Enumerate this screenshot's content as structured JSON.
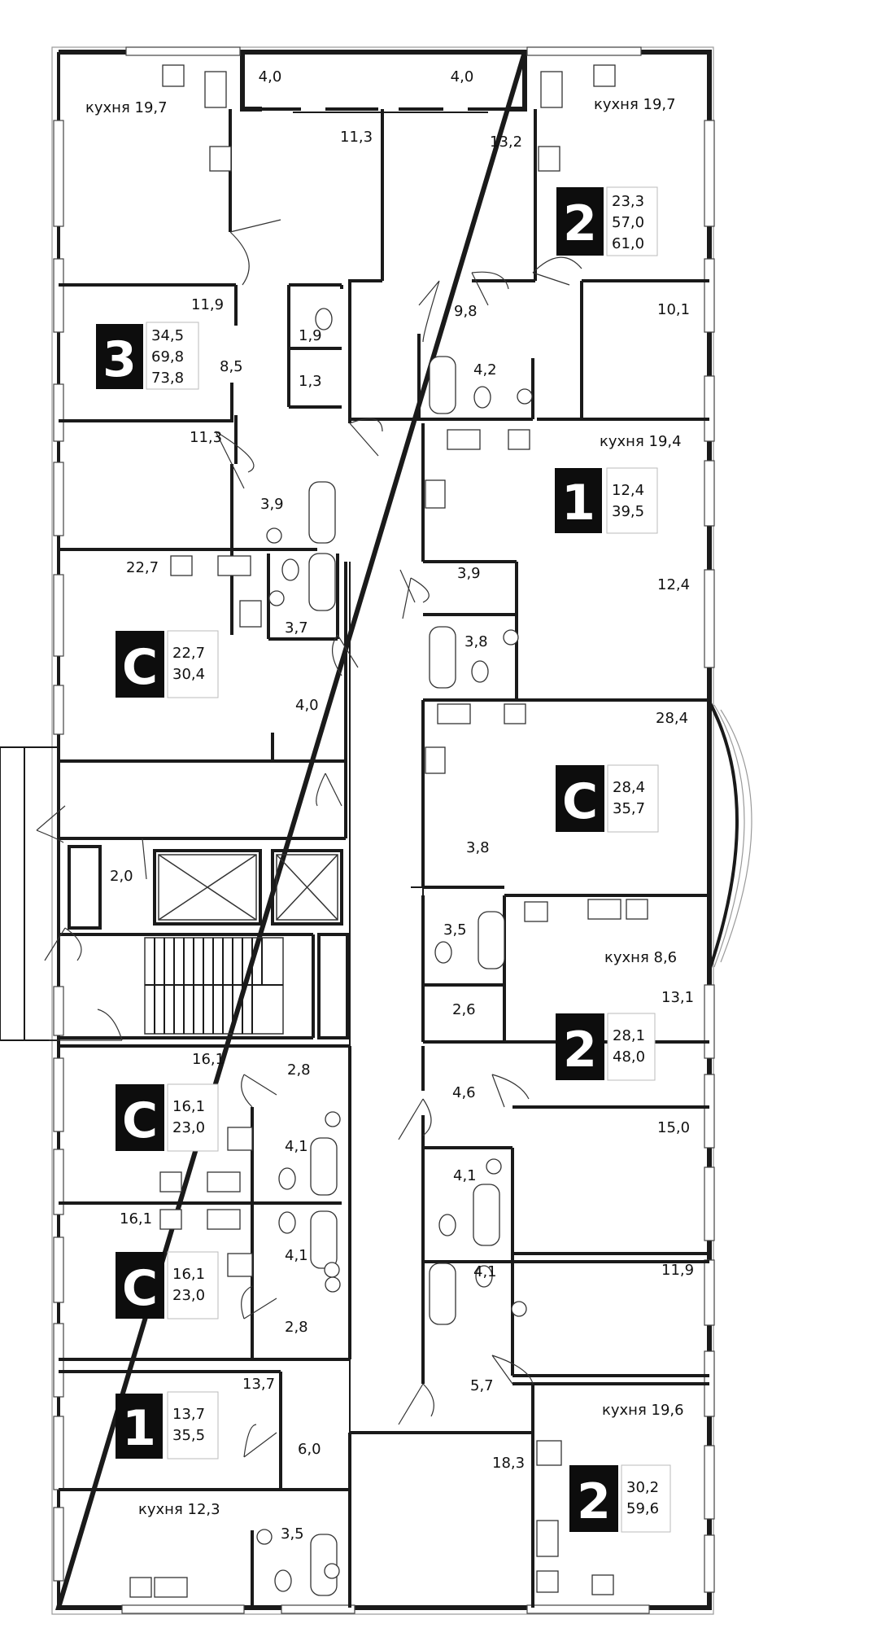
{
  "units": [
    {
      "type": "3",
      "values": [
        "34,5",
        "69,8",
        "73,8"
      ]
    },
    {
      "type": "2",
      "values": [
        "23,3",
        "57,0",
        "61,0"
      ]
    },
    {
      "type": "1",
      "values": [
        "12,4",
        "39,5"
      ]
    },
    {
      "type": "C",
      "values": [
        "22,7",
        "30,4"
      ]
    },
    {
      "type": "C",
      "values": [
        "28,4",
        "35,7"
      ]
    },
    {
      "type": "2",
      "values": [
        "28,1",
        "48,0"
      ]
    },
    {
      "type": "C",
      "values": [
        "16,1",
        "23,0"
      ]
    },
    {
      "type": "C",
      "values": [
        "16,1",
        "23,0"
      ]
    },
    {
      "type": "1",
      "values": [
        "13,7",
        "35,5"
      ]
    },
    {
      "type": "2",
      "values": [
        "30,2",
        "59,6"
      ]
    }
  ],
  "rooms": [
    "кухня 19,7",
    "4,0",
    "4,0",
    "кухня 19,7",
    "11,3",
    "13,2",
    "11,9",
    "1,9",
    "9,8",
    "10,1",
    "8,5",
    "1,3",
    "4,2",
    "11,3",
    "кухня 19,4",
    "3,9",
    "22,7",
    "3,9",
    "12,4",
    "3,7",
    "3,8",
    "4,0",
    "28,4",
    "2,0",
    "3,8",
    "3,5",
    "кухня 8,6",
    "2,6",
    "13,1",
    "16,1",
    "2,8",
    "4,6",
    "4,1",
    "15,0",
    "4,1",
    "16,1",
    "4,1",
    "4,1",
    "11,9",
    "2,8",
    "13,7",
    "5,7",
    "кухня 19,6",
    "6,0",
    "18,3",
    "кухня 12,3",
    "3,5"
  ]
}
